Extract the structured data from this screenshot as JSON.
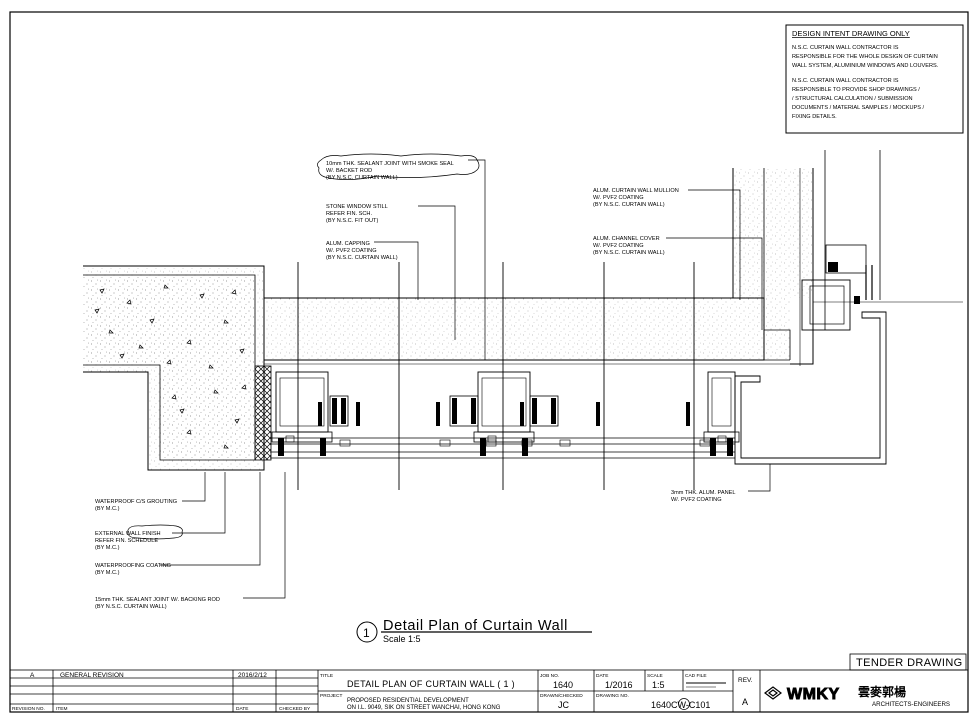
{
  "design_intent": {
    "heading": "DESIGN INTENT DRAWING ONLY",
    "para1": [
      "N.S.C. CURTAIN WALL CONTRACTOR IS",
      "RESPONSIBLE FOR THE WHOLE DESIGN OF CURTAIN",
      "WALL SYSTEM, ALUMINIUM WINDOWS AND LOUVERS."
    ],
    "para2": [
      "N.S.C. CURTAIN WALL CONTRACTOR IS",
      "RESPONSIBLE TO PROVIDE SHOP DRAWINGS /",
      "/ STRUCTURAL CALCULATION / SUBMISSION",
      "DOCUMENTS / MATERIAL SAMPLES / MOCKUPS /",
      "FIXING DETAILS."
    ]
  },
  "notes": {
    "sealant_top": [
      "10mm THK. SEALANT JOINT WITH SMOKE SEAL",
      "W/. BACKET ROD",
      "(BY N.S.C. CURTAIN WALL)"
    ],
    "stone_sill": [
      "STONE WINDOW STILL",
      "REFER FIN. SCH.",
      "(BY N.S.C. FIT OUT)"
    ],
    "capping": [
      "ALUM. CAPPING",
      "W/. PVF2 COATING",
      "(BY N.S.C. CURTAIN WALL)"
    ],
    "mullion": [
      "ALUM. CURTAIN WALL MULLION",
      "W/. PVF2 COATING",
      "(BY N.S.C. CURTAIN WALL)"
    ],
    "channel_cover": [
      "ALUM. CHANNEL COVER",
      "W/. PVF2 COATING",
      "(BY N.S.C. CURTAIN WALL)"
    ],
    "panel": [
      "3mm THK. ALUM. PANEL",
      "W/. PVF2 COATING"
    ],
    "grouting": [
      "WATERPROOF C/S GROUTING",
      "(BY M.C.)"
    ],
    "wall_finish": [
      "EXTERNAL WALL FINISH",
      "REFER FIN. SCHEDULE",
      "(BY M.C.)"
    ],
    "waterproofing": [
      "WATERPROOFING COATING",
      "(BY M.C.)"
    ],
    "sealant_bottom": [
      "15mm THK. SEALANT JOINT W/. BACKING ROD",
      "(BY N.S.C. CURTAIN WALL)"
    ]
  },
  "detail_label": {
    "number": "1",
    "title": "Detail Plan of Curtain Wall",
    "scale": "Scale 1:5"
  },
  "tender_label": "TENDER DRAWING",
  "title_block": {
    "revision": {
      "rev": "A",
      "item": "GENERAL REVISION",
      "date": "2016/2/12",
      "checked_by": ""
    },
    "headers": {
      "revision_no": "REVISION NO.",
      "item": "ITEM",
      "date": "DATE",
      "checked_by": "CHECKED BY"
    },
    "title_label": "TITLE",
    "title": "DETAIL PLAN OF CURTAIN WALL ( 1 )",
    "project_label": "PROJECT",
    "project_line1": "PROPOSED RESIDENTIAL DEVELOPMENT",
    "project_line2": "ON I.L. 9049, SIK ON STREET WANCHAI, HONG KONG",
    "job_no_label": "JOB NO.",
    "job_no": "1640",
    "date_label": "DATE",
    "date": "1/2016",
    "scale_label": "SCALE",
    "scale": "1:5",
    "cad_file_label": "CAD FILE",
    "drawn_label": "DRAWN/CHECKED",
    "drawn": "JC",
    "drawing_no_label": "DRAWING NO.",
    "drawing_no": "1640CW-C101",
    "rev_label": "REV.",
    "rev": "A",
    "firm_logo": "WMKY",
    "firm_chinese": "雲麥郭楊",
    "firm_name": "ARCHITECTS-ENGINEERS"
  },
  "colors": {
    "line": "#000000",
    "background": "#ffffff"
  }
}
